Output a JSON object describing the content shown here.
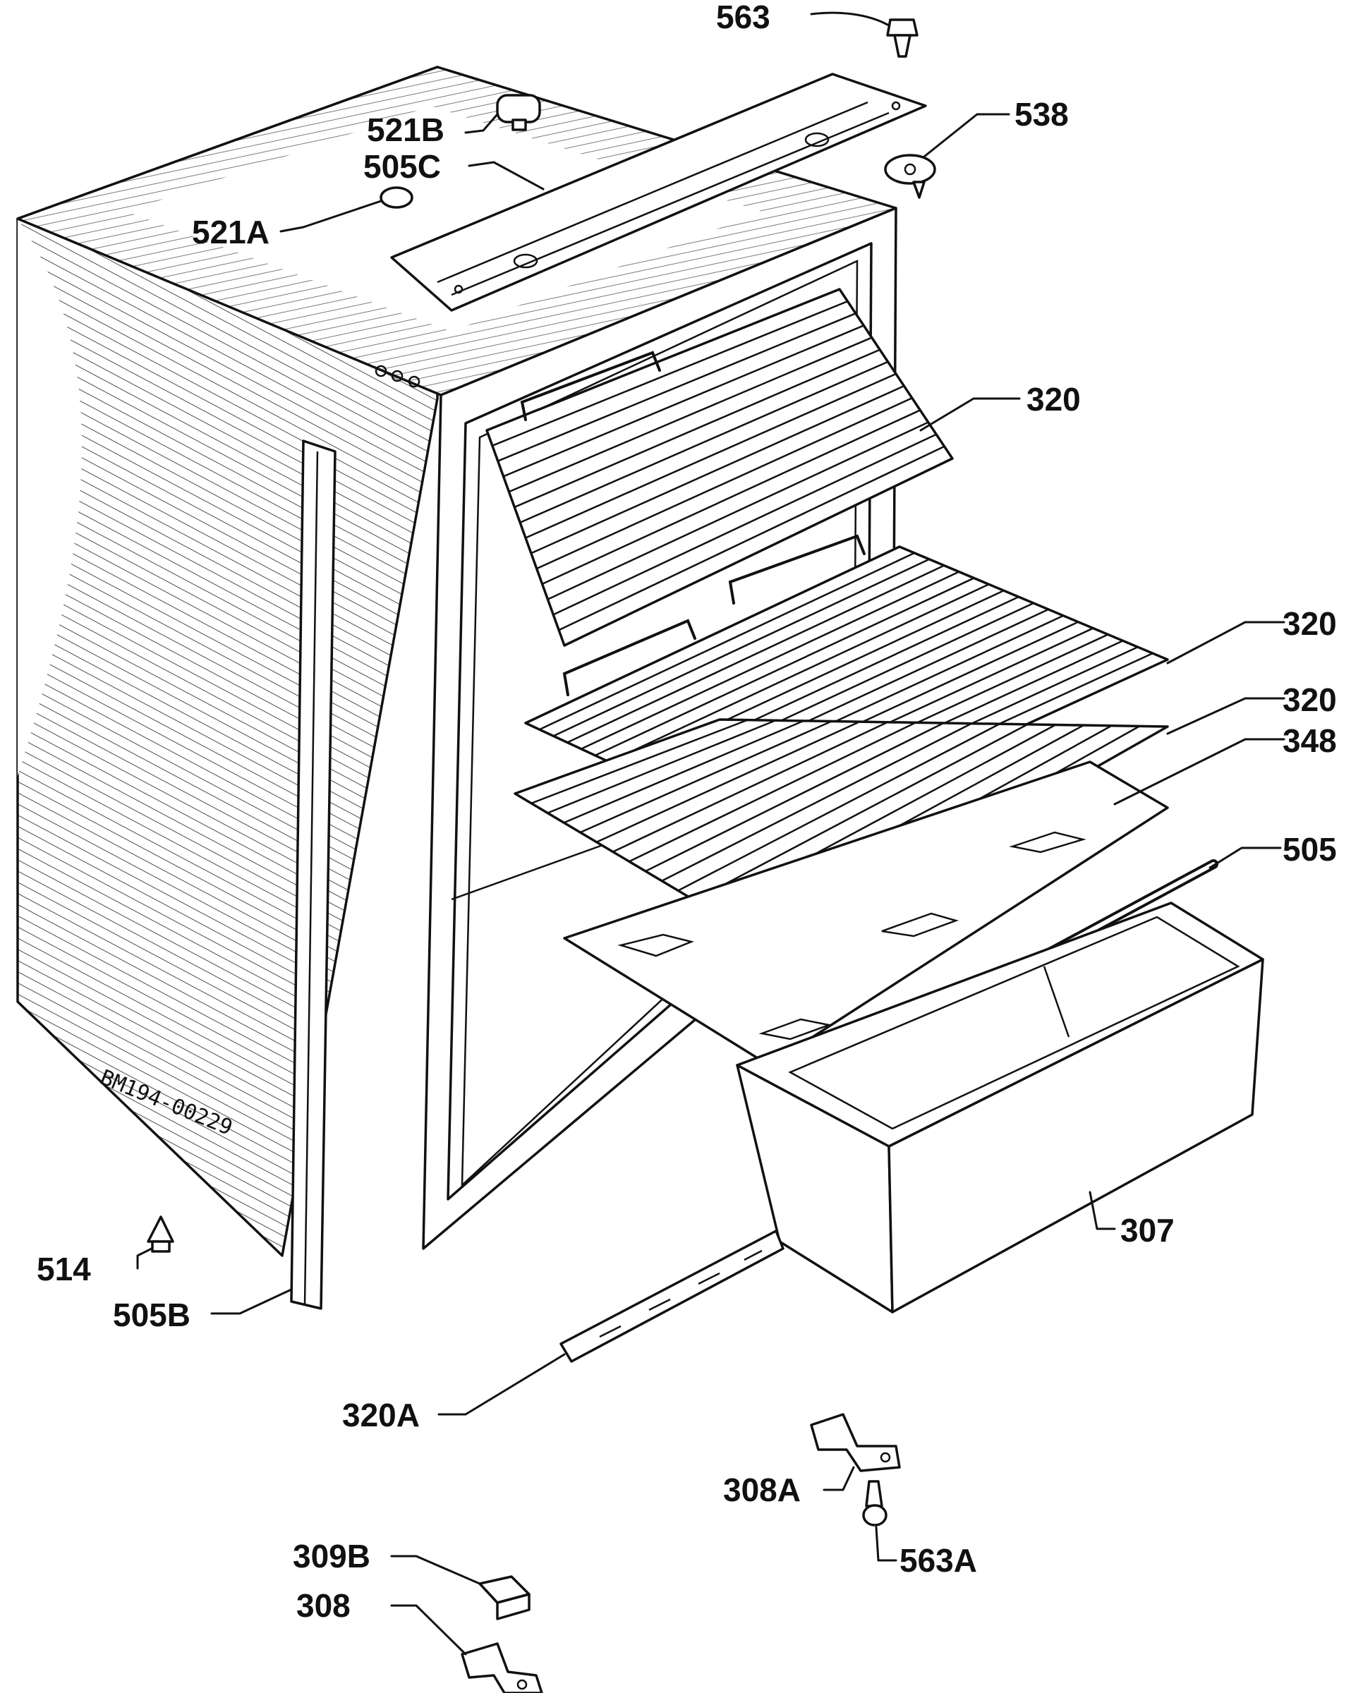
{
  "labels": {
    "p563": "563",
    "p521b": "521B",
    "p538": "538",
    "p505c": "505C",
    "p521a": "521A",
    "p320_top": "320",
    "p320_mid": "320",
    "p320_low": "320",
    "p348": "348",
    "p505": "505",
    "p307": "307",
    "p514": "514",
    "p505b": "505B",
    "p320a": "320A",
    "p308a": "308A",
    "p563a": "563A",
    "p309b": "309B",
    "p308": "308"
  },
  "stamp": "BM194-00229"
}
